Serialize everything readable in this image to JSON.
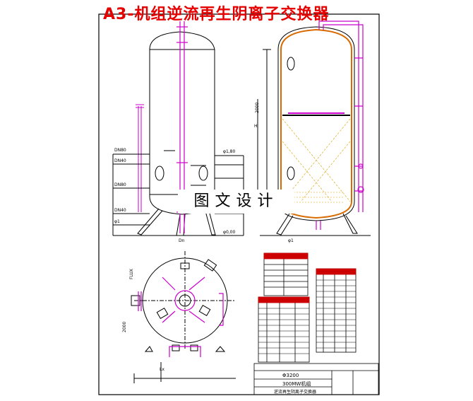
{
  "title": "A3-机组逆流再生阴离子交换器",
  "watermark": "图文设计",
  "colors": {
    "title": "#e60000",
    "line": "#000000",
    "pipe": "#cc00cc",
    "shell": "#d96a00",
    "table_header": "#cc0000"
  },
  "icons": {
    "manhole": "manhole-icon",
    "pipe": "pipe-icon",
    "support_leg": "support-leg-icon"
  },
  "elevations": {
    "left": [
      "φ1,80",
      "φ0,00"
    ],
    "right": [
      "φ1"
    ]
  },
  "title_block": {
    "lines": [
      "Φ3200",
      "300MW机组",
      "逆流再生阴离子交换器"
    ]
  }
}
